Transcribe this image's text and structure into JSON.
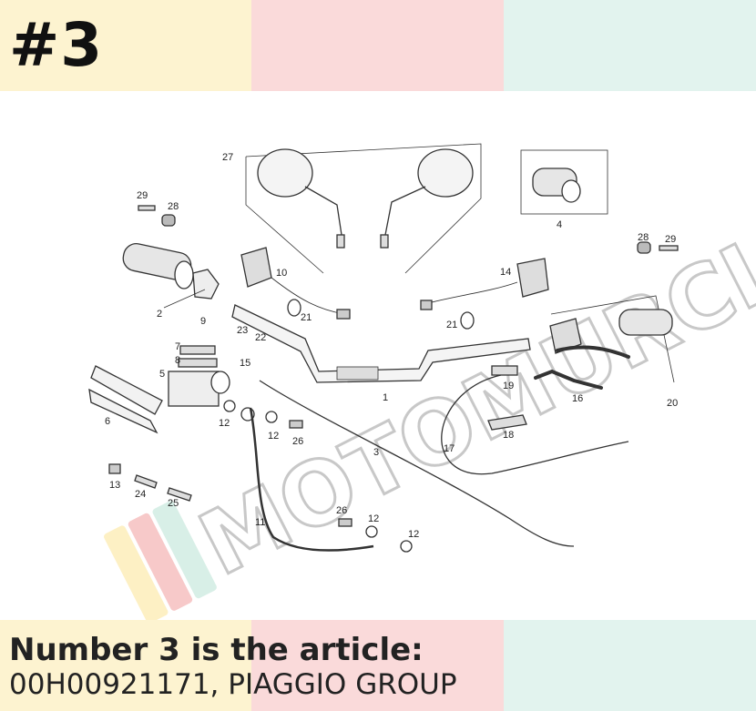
{
  "header": {
    "badge": "#3"
  },
  "diagram": {
    "callouts": [
      {
        "id": "c27",
        "text": "27"
      },
      {
        "id": "c29a",
        "text": "29"
      },
      {
        "id": "c28a",
        "text": "28"
      },
      {
        "id": "c4",
        "text": "4"
      },
      {
        "id": "c28b",
        "text": "28"
      },
      {
        "id": "c29b",
        "text": "29"
      },
      {
        "id": "c10",
        "text": "10"
      },
      {
        "id": "c14",
        "text": "14"
      },
      {
        "id": "c2",
        "text": "2"
      },
      {
        "id": "c21a",
        "text": "21"
      },
      {
        "id": "c21b",
        "text": "21"
      },
      {
        "id": "c9",
        "text": "9"
      },
      {
        "id": "c7",
        "text": "7"
      },
      {
        "id": "c8",
        "text": "8"
      },
      {
        "id": "c5",
        "text": "5"
      },
      {
        "id": "c23",
        "text": "23"
      },
      {
        "id": "c22",
        "text": "22"
      },
      {
        "id": "c15",
        "text": "15"
      },
      {
        "id": "c1",
        "text": "1"
      },
      {
        "id": "c19",
        "text": "19"
      },
      {
        "id": "c16",
        "text": "16"
      },
      {
        "id": "c20",
        "text": "20"
      },
      {
        "id": "c6",
        "text": "6"
      },
      {
        "id": "c12a",
        "text": "12"
      },
      {
        "id": "c12b",
        "text": "12"
      },
      {
        "id": "c26a",
        "text": "26"
      },
      {
        "id": "c18",
        "text": "18"
      },
      {
        "id": "c3",
        "text": "3"
      },
      {
        "id": "c17",
        "text": "17"
      },
      {
        "id": "c13",
        "text": "13"
      },
      {
        "id": "c24",
        "text": "24"
      },
      {
        "id": "c25",
        "text": "25"
      },
      {
        "id": "c11",
        "text": "11"
      },
      {
        "id": "c26b",
        "text": "26"
      },
      {
        "id": "c12c",
        "text": "12"
      },
      {
        "id": "c12d",
        "text": "12"
      }
    ],
    "watermark": "MOTOMURCIA",
    "watermark_colors": [
      "#fdf0c4",
      "#f7c9c9",
      "#d8efe7",
      "#cccccc"
    ]
  },
  "caption": {
    "line1": "Number 3 is the article:",
    "line2": "00H00921171, PIAGGIO GROUP"
  }
}
